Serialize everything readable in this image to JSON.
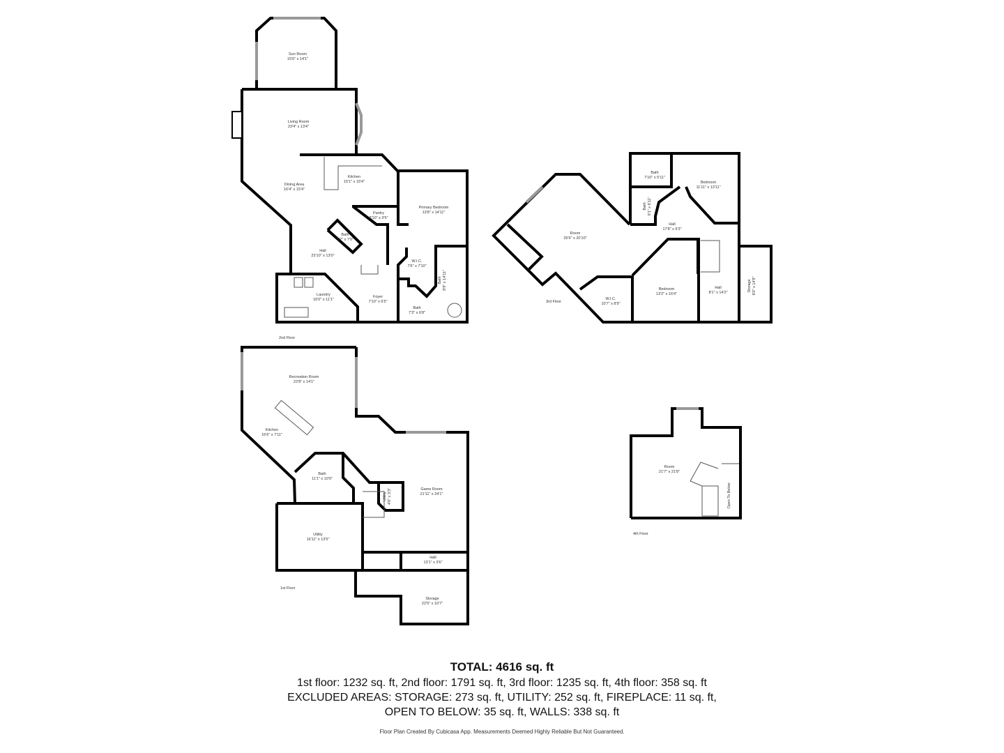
{
  "floors": {
    "second": {
      "label": "2nd Floor",
      "rooms": [
        {
          "name": "Sun Room",
          "dims": "15'6\" x 14'1\""
        },
        {
          "name": "Living Room",
          "dims": "23'4\" x 13'4\""
        },
        {
          "name": "Kitchen",
          "dims": "15'1\" x 15'4\""
        },
        {
          "name": "Dining Area",
          "dims": "16'4\" x 15'4\""
        },
        {
          "name": "Primary Bedroom",
          "dims": "13'8\" x 14'11\""
        },
        {
          "name": "Pantry",
          "dims": "8'10\" x 3'5\""
        },
        {
          "name": "Bath",
          "dims": "5'2\" x 7'0\""
        },
        {
          "name": "Hall",
          "dims": "23'10\" x 13'0\""
        },
        {
          "name": "W.I.C.",
          "dims": "7'6\" x 7'10\""
        },
        {
          "name": "Bath",
          "dims": "8'9\" x 14'11\""
        },
        {
          "name": "Laundry",
          "dims": "16'0\" x 11'1\""
        },
        {
          "name": "Foyer",
          "dims": "7'10\" x 6'5\""
        },
        {
          "name": "Bath",
          "dims": "7'3\" x 6'8\""
        }
      ]
    },
    "third": {
      "label": "3rd Floor",
      "rooms": [
        {
          "name": "Room",
          "dims": "25'6\" x 20'10\""
        },
        {
          "name": "Bath",
          "dims": "7'10\" x 5'11\""
        },
        {
          "name": "Bedroom",
          "dims": "11'11\" x 13'11\""
        },
        {
          "name": "Bath",
          "dims": "9'1\" x 6'11\""
        },
        {
          "name": "Hall",
          "dims": "17'8\" x 9'3\""
        },
        {
          "name": "W.I.C.",
          "dims": "10'7\" x 8'9\""
        },
        {
          "name": "Bedroom",
          "dims": "13'2\" x 16'4\""
        },
        {
          "name": "Hall",
          "dims": "8'1\" x 14'2\""
        },
        {
          "name": "Storage",
          "dims": "6'0\" x 14'9\""
        }
      ]
    },
    "first": {
      "label": "1st Floor",
      "rooms": [
        {
          "name": "Recreation Room",
          "dims": "22'8\" x 14'1\""
        },
        {
          "name": "Kitchen",
          "dims": "16'6\" x 7'11\""
        },
        {
          "name": "Bath",
          "dims": "11'1\" x 10'0\""
        },
        {
          "name": "Utility",
          "dims": "4'6\" x 3'3\""
        },
        {
          "name": "Game Room",
          "dims": "21'11\" x 24'1\""
        },
        {
          "name": "Utility",
          "dims": "16'11\" x 13'5\""
        },
        {
          "name": "Hall",
          "dims": "13'1\" x 3'6\""
        },
        {
          "name": "Storage",
          "dims": "22'5\" x 10'7\""
        }
      ]
    },
    "fourth": {
      "label": "4th Floor",
      "rooms": [
        {
          "name": "Room",
          "dims": "21'7\" x 21'8\""
        }
      ],
      "open_to_below": "Open To Below"
    }
  },
  "summary": {
    "total": "TOTAL: 4616 sq. ft",
    "line1": "1st floor: 1232 sq. ft, 2nd floor: 1791 sq. ft, 3rd floor: 1235 sq. ft, 4th floor: 358 sq. ft",
    "line2": "EXCLUDED AREAS: STORAGE: 273 sq. ft, UTILITY: 252 sq. ft, FIREPLACE: 11 sq. ft,",
    "line3": "OPEN TO BELOW: 35 sq. ft, WALLS: 338 sq. ft",
    "credit": "Floor Plan Created By Cubicasa App. Measurements Deemed Highly Reliable But Not Guaranteed."
  }
}
